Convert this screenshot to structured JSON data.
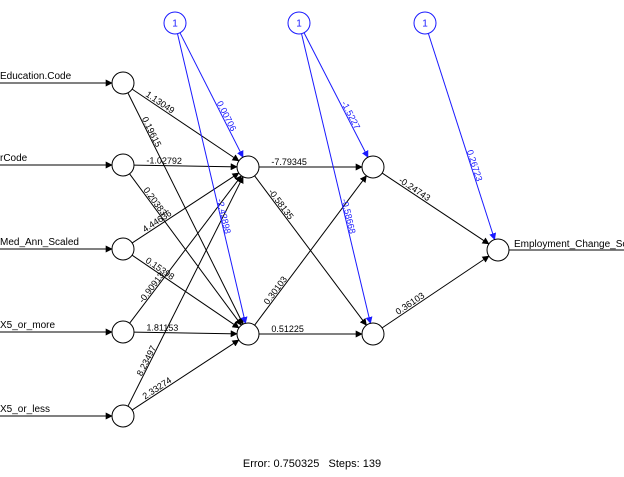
{
  "diagram": {
    "inputs": [
      "Education.Code",
      "rCode",
      "Med_Ann_Scaled",
      "X5_or_more",
      "X5_or_less"
    ],
    "output": "Employment_Change_Scaled",
    "bias_label": "1",
    "colors": {
      "line": "#000000",
      "bias": "#1a1aff",
      "node_fill": "#ffffff"
    },
    "edges": [
      {
        "from": "i1",
        "to": "h1",
        "label": "1.13049",
        "color": "black"
      },
      {
        "from": "i1",
        "to": "h2",
        "label": "0.19615",
        "color": "black"
      },
      {
        "from": "i2",
        "to": "h1",
        "label": "-1.02792",
        "color": "black"
      },
      {
        "from": "i2",
        "to": "h2",
        "label": "0.20383",
        "color": "black"
      },
      {
        "from": "i3",
        "to": "h1",
        "label": "4.44636",
        "color": "black"
      },
      {
        "from": "i3",
        "to": "h2",
        "label": "0.15398",
        "color": "black"
      },
      {
        "from": "i4",
        "to": "h1",
        "label": "-0.90913",
        "color": "black"
      },
      {
        "from": "i4",
        "to": "h2",
        "label": "1.81153",
        "color": "black"
      },
      {
        "from": "i5",
        "to": "h1",
        "label": "8.23497",
        "color": "black"
      },
      {
        "from": "i5",
        "to": "h2",
        "label": "2.33274",
        "color": "black"
      },
      {
        "from": "b1",
        "to": "h1",
        "label": "0.00706",
        "color": "blue"
      },
      {
        "from": "b1",
        "to": "h2",
        "label": "-2.42898",
        "color": "blue"
      },
      {
        "from": "h1",
        "to": "g1",
        "label": "-7.79345",
        "color": "black"
      },
      {
        "from": "h1",
        "to": "g2",
        "label": "-0.58135",
        "color": "black"
      },
      {
        "from": "h2",
        "to": "g1",
        "label": "0.30103",
        "color": "black"
      },
      {
        "from": "h2",
        "to": "g2",
        "label": "0.51225",
        "color": "black"
      },
      {
        "from": "b2",
        "to": "g1",
        "label": "-1.5227",
        "color": "blue"
      },
      {
        "from": "b2",
        "to": "g2",
        "label": "-0.58668",
        "color": "blue"
      },
      {
        "from": "g1",
        "to": "o",
        "label": "-0.24743",
        "color": "black"
      },
      {
        "from": "g2",
        "to": "o",
        "label": "0.36103",
        "color": "black"
      },
      {
        "from": "b3",
        "to": "o",
        "label": "0.26723",
        "color": "blue"
      }
    ]
  },
  "footer": {
    "error": "Error: 0.750325",
    "steps": "Steps: 139"
  }
}
